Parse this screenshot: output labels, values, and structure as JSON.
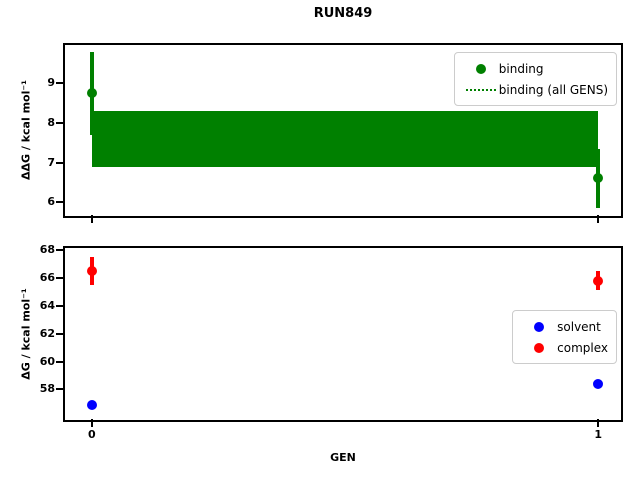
{
  "title": "RUN849",
  "xlabel": "GEN",
  "colors": {
    "binding": "#008000",
    "solvent": "#0000ff",
    "complex": "#ff0000",
    "axis": "#000000",
    "legend_border": "#cccccc",
    "background": "#ffffff"
  },
  "chart_data": [
    {
      "type": "scatter",
      "title": "RUN849",
      "ylabel": "ΔΔG / kcal mol⁻¹",
      "x": [
        0,
        1
      ],
      "xlim": [
        -0.053,
        1.045
      ],
      "ylim": [
        5.65,
        9.97
      ],
      "yticks": [
        6,
        7,
        8,
        9
      ],
      "xticks": [
        0,
        1
      ],
      "show_xtick_labels": false,
      "xtick_labels": [
        "0",
        "1"
      ],
      "grid": false,
      "series": [
        {
          "name": "binding",
          "color": "#008000",
          "marker": "circle",
          "y": [
            8.75,
            6.6
          ],
          "yerr": [
            1.05,
            0.75
          ]
        }
      ],
      "band": {
        "name": "binding (all GENS)",
        "color": "#008000",
        "x": [
          0,
          1
        ],
        "y_low": 6.9,
        "y_high": 8.3
      },
      "legend": {
        "position": "upper right",
        "entries": [
          {
            "label": "binding",
            "marker": "dot",
            "color": "#008000"
          },
          {
            "label": "binding (all GENS)",
            "marker": "dotted-line",
            "color": "#008000"
          }
        ]
      }
    },
    {
      "type": "scatter",
      "ylabel": "ΔG / kcal mol⁻¹",
      "xlabel": "GEN",
      "x": [
        0,
        1
      ],
      "xlim": [
        -0.053,
        1.045
      ],
      "ylim": [
        55.8,
        68.15
      ],
      "yticks": [
        58,
        60,
        62,
        64,
        66,
        68
      ],
      "xticks": [
        0,
        1
      ],
      "show_xtick_labels": true,
      "xtick_labels": [
        "0",
        "1"
      ],
      "grid": false,
      "series": [
        {
          "name": "solvent",
          "color": "#0000ff",
          "marker": "circle",
          "y": [
            56.9,
            58.4
          ],
          "yerr": [
            0.15,
            0.15
          ]
        },
        {
          "name": "complex",
          "color": "#ff0000",
          "marker": "circle",
          "y": [
            66.5,
            65.8
          ],
          "yerr": [
            1.0,
            0.7
          ]
        }
      ],
      "legend": {
        "position": "center right",
        "entries": [
          {
            "label": "solvent",
            "marker": "dot",
            "color": "#0000ff"
          },
          {
            "label": "complex",
            "marker": "dot",
            "color": "#ff0000"
          }
        ]
      }
    }
  ]
}
